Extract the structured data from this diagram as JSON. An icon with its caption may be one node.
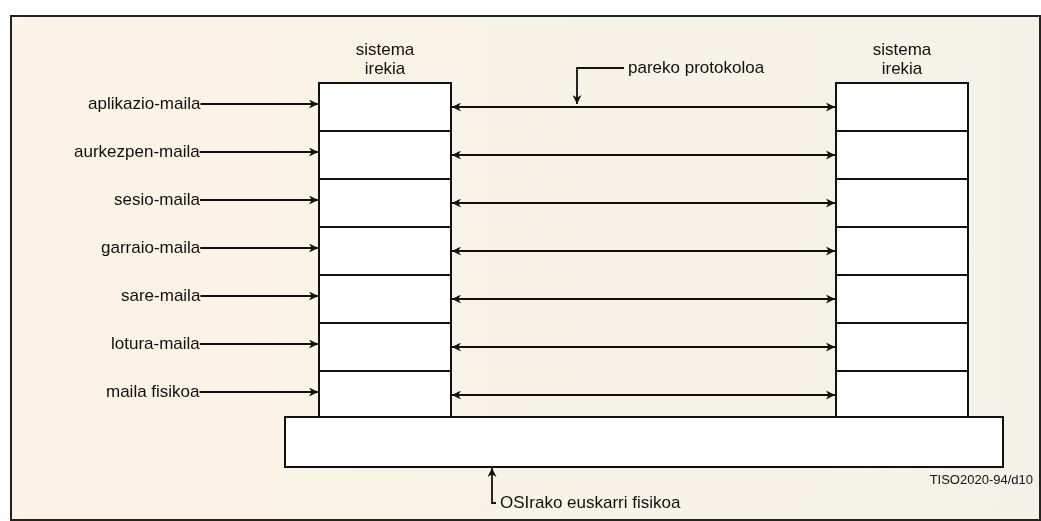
{
  "diagram": {
    "nodes": [
      {
        "text": [
          "sistema irekia"
        ]
      },
      {
        "text": [],
        "shape": "box",
        "in": 0
      },
      {
        "text": [],
        "shape": "box",
        "in": 0
      },
      {
        "text": [],
        "shape": "box",
        "in": 0
      },
      {
        "text": [],
        "shape": "box",
        "in": 0
      },
      {
        "text": [],
        "shape": "box",
        "in": 0
      },
      {
        "text": [],
        "shape": "box",
        "in": 0
      },
      {
        "text": [],
        "shape": "box",
        "in": 0
      },
      {
        "text": [
          "sistema irekia"
        ]
      },
      {
        "text": [],
        "shape": "box",
        "in": 8
      },
      {
        "text": [],
        "shape": "box",
        "in": 8
      },
      {
        "text": [],
        "shape": "box",
        "in": 8
      },
      {
        "text": [],
        "shape": "box",
        "in": 8
      },
      {
        "text": [],
        "shape": "box",
        "in": 8
      },
      {
        "text": [],
        "shape": "box",
        "in": 8
      },
      {
        "text": [],
        "shape": "box",
        "in": 8
      },
      {
        "text": [],
        "shape": "box"
      },
      {
        "text": [
          "aplikazio-maila"
        ]
      },
      {
        "text": [
          "aurkezpen-maila"
        ]
      },
      {
        "text": [
          "sesio-maila"
        ]
      },
      {
        "text": [
          "garraio-maila"
        ]
      },
      {
        "text": [
          "sare-maila"
        ]
      },
      {
        "text": [
          "lotura-maila"
        ]
      },
      {
        "text": [
          "maila fisikoa"
        ]
      },
      {
        "text": [
          "pareko protokoloa"
        ]
      },
      {
        "text": [
          "OSIrako euskarri fisikoa"
        ]
      }
    ],
    "edges": [
      {
        "from": 17,
        "to": 1,
        "arrow": "to"
      },
      {
        "from": 18,
        "to": 2,
        "arrow": "to"
      },
      {
        "from": 19,
        "to": 3,
        "arrow": "to"
      },
      {
        "from": 20,
        "to": 4,
        "arrow": "to"
      },
      {
        "from": 21,
        "to": 5,
        "arrow": "to"
      },
      {
        "from": 22,
        "to": 6,
        "arrow": "to"
      },
      {
        "from": 23,
        "to": 7,
        "arrow": "to"
      },
      {
        "from": 1,
        "to": 9,
        "arrow": "both"
      },
      {
        "from": 2,
        "to": 10,
        "arrow": "both"
      },
      {
        "from": 3,
        "to": 11,
        "arrow": "both"
      },
      {
        "from": 4,
        "to": 12,
        "arrow": "both"
      },
      {
        "from": 5,
        "to": 13,
        "arrow": "both"
      },
      {
        "from": 6,
        "to": 14,
        "arrow": "both"
      },
      {
        "from": 7,
        "to": 15,
        "arrow": "both"
      },
      {
        "from": 24,
        "to": null,
        "arrow": "to"
      },
      {
        "from": 25,
        "to": 16,
        "arrow": "to"
      }
    ],
    "labels": [
      "TISO2020-94/d10"
    ]
  }
}
